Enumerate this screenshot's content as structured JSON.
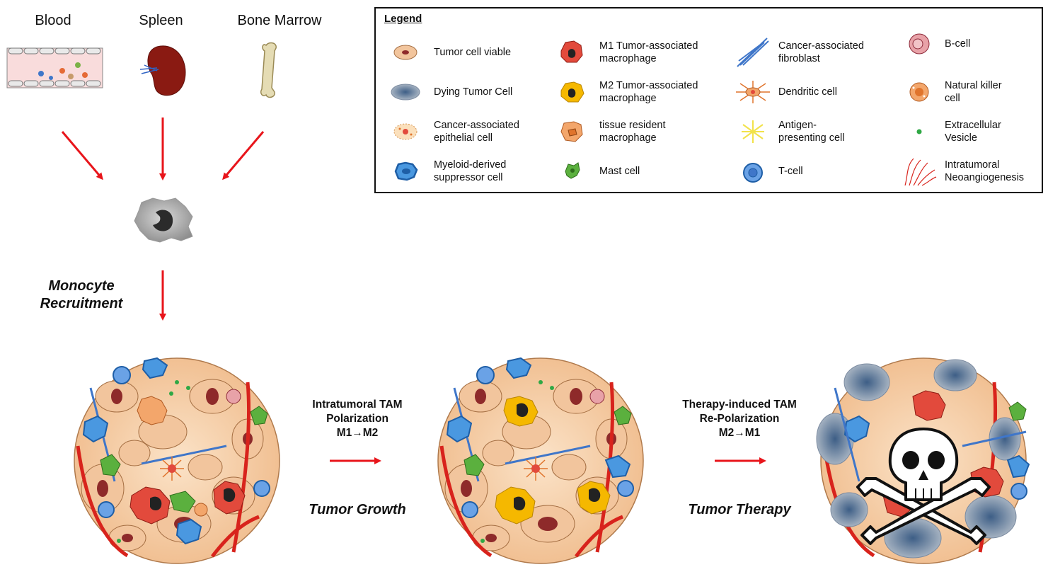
{
  "sources": {
    "blood": "Blood",
    "spleen": "Spleen",
    "bone_marrow": "Bone Marrow"
  },
  "monocyte_label": "Monocyte\nRecruitment",
  "legend": {
    "title": "Legend",
    "items": [
      {
        "label": "Tumor cell viable",
        "icon": "tumor-cell-icon"
      },
      {
        "label": "Dying Tumor Cell",
        "icon": "dying-tumor-cell-icon"
      },
      {
        "label": "Cancer-associated\nepithelial cell",
        "icon": "epithelial-cell-icon"
      },
      {
        "label": "Myeloid-derived\nsuppressor cell",
        "icon": "mdsc-icon"
      },
      {
        "label": "M1 Tumor-associated\nmacrophage",
        "icon": "m1-macrophage-icon"
      },
      {
        "label": "M2 Tumor-associated\nmacrophage",
        "icon": "m2-macrophage-icon"
      },
      {
        "label": "tissue resident\nmacrophage",
        "icon": "tissue-macrophage-icon"
      },
      {
        "label": "Mast cell",
        "icon": "mast-cell-icon"
      },
      {
        "label": "Cancer-associated\nfibroblast",
        "icon": "fibroblast-icon"
      },
      {
        "label": "Dendritic cell",
        "icon": "dendritic-cell-icon"
      },
      {
        "label": "Antigen-\npresenting cell",
        "icon": "apc-icon"
      },
      {
        "label": "T-cell",
        "icon": "t-cell-icon"
      },
      {
        "label": "B-cell",
        "icon": "b-cell-icon"
      },
      {
        "label": "Natural killer\ncell",
        "icon": "nk-cell-icon"
      },
      {
        "label": "Extracellular\nVesicle",
        "icon": "vesicle-icon"
      },
      {
        "label": "Intratumoral\nNeoangiogenesis",
        "icon": "neoangiogenesis-icon"
      }
    ]
  },
  "stages": {
    "polarization": "Intratumoral TAM\nPolarization\nM1→M2",
    "growth": "Tumor Growth",
    "repolarization": "Therapy-induced TAM\nRe-Polarization\nM2→M1",
    "therapy": "Tumor Therapy"
  },
  "colors": {
    "arrow": "#e8151b",
    "tumor_fill": "#f6cfa8",
    "vessel": "#d8231c",
    "m2": "#f5b800",
    "t_cell": "#3f76c9"
  }
}
